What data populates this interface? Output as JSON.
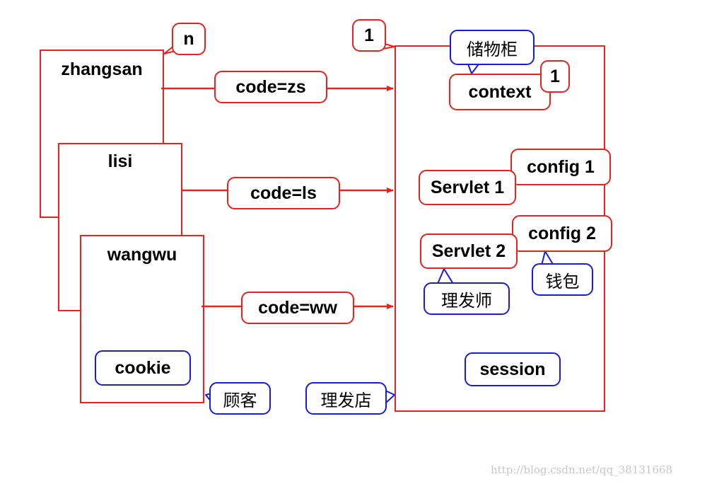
{
  "customers": {
    "zhangsan": "zhangsan",
    "lisi": "lisi",
    "wangwu": "wangwu"
  },
  "cookie_label": "cookie",
  "customer_note": "顾客",
  "customer_count": "n",
  "requests": {
    "zs": "code=zs",
    "ls": "code=ls",
    "ww": "code=ww"
  },
  "server": {
    "count": "1",
    "note": "理发店",
    "context": "context",
    "context_count": "1",
    "context_note": "储物柜",
    "servlet1": "Servlet 1",
    "config1": "config 1",
    "servlet2": "Servlet 2",
    "config2": "config 2",
    "servlet_note": "理发师",
    "config_note": "钱包",
    "session": "session"
  },
  "watermark": "http://blog.csdn.net/qq_38131668",
  "colors": {
    "box": "#e8221f",
    "callout": "#1b1be0"
  }
}
